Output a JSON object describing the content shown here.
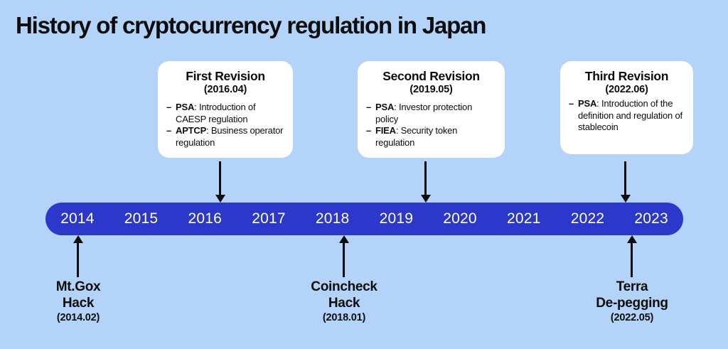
{
  "page": {
    "title": "History of cryptocurrency regulation in Japan"
  },
  "colors": {
    "background": "#B3D4F8",
    "timeline_bar": "#2B38C9",
    "card_bg": "#FFFFFF",
    "ink": "#0D0D0D",
    "year_text": "#FFFFFF"
  },
  "ui": {
    "bullet": "–"
  },
  "timeline": {
    "years": [
      "2014",
      "2015",
      "2016",
      "2017",
      "2018",
      "2019",
      "2020",
      "2021",
      "2022",
      "2023"
    ]
  },
  "revisions": [
    {
      "title": "First Revision",
      "date": "(2016.04)",
      "items": [
        {
          "term": "PSA",
          "desc": ": Introduction of CAESP regulation"
        },
        {
          "term": "APTCP",
          "desc": ": Business operator regulation"
        }
      ]
    },
    {
      "title": "Second Revision",
      "date": "(2019.05)",
      "items": [
        {
          "term": "PSA",
          "desc": ": Investor protection policy"
        },
        {
          "term": "FIEA",
          "desc": ": Security token regulation"
        }
      ]
    },
    {
      "title": "Third Revision",
      "date": "(2022.06)",
      "items": [
        {
          "term": "PSA",
          "desc": ": Introduction of the definition and regulation of stablecoin"
        }
      ]
    }
  ],
  "events": [
    {
      "line1": "Mt.Gox",
      "line2": "Hack",
      "date": "(2014.02)"
    },
    {
      "line1": "Coincheck",
      "line2": "Hack",
      "date": "(2018.01)"
    },
    {
      "line1": "Terra",
      "line2": "De-pegging",
      "date": "(2022.05)"
    }
  ]
}
